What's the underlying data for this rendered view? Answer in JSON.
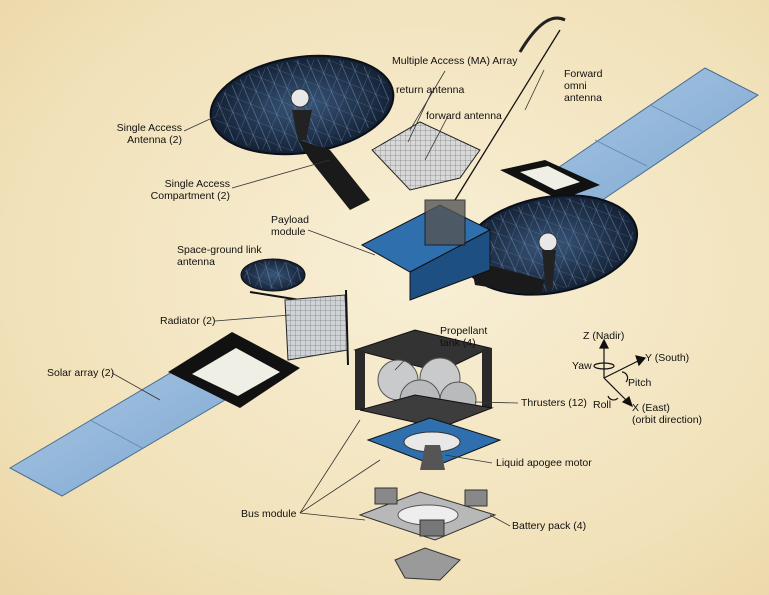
{
  "labels": {
    "ma_array": "Multiple Access (MA) Array",
    "return_antenna": "return antenna",
    "forward_antenna": "forward antenna",
    "forward_omni": [
      "Forward",
      "omni",
      "antenna"
    ],
    "single_access_antenna": [
      "Single Access",
      "Antenna (2)"
    ],
    "single_access_compartment": [
      "Single Access",
      "Compartment (2)"
    ],
    "payload_module": [
      "Payload",
      "module"
    ],
    "space_ground_link": [
      "Space-ground link",
      "antenna"
    ],
    "radiator": "Radiator (2)",
    "solar_array": "Solar array (2)",
    "propellant_tank": [
      "Propellant",
      "tank (4)"
    ],
    "thrusters": "Thrusters (12)",
    "liquid_apogee_motor": "Liquid apogee motor",
    "bus_module": "Bus module",
    "battery_pack": "Battery pack (4)"
  },
  "axes": {
    "z": "Z (Nadir)",
    "y": "Y (South)",
    "x": [
      "X (East)",
      "(orbit direction)"
    ],
    "yaw": "Yaw",
    "pitch": "Pitch",
    "roll": "Roll"
  },
  "colors": {
    "background": "#f4e7c4",
    "solar_panel": "#8fb4d8",
    "dish": "#1c2e4a",
    "module_blue": "#2f6fae",
    "structure": "#1a1a1a"
  }
}
